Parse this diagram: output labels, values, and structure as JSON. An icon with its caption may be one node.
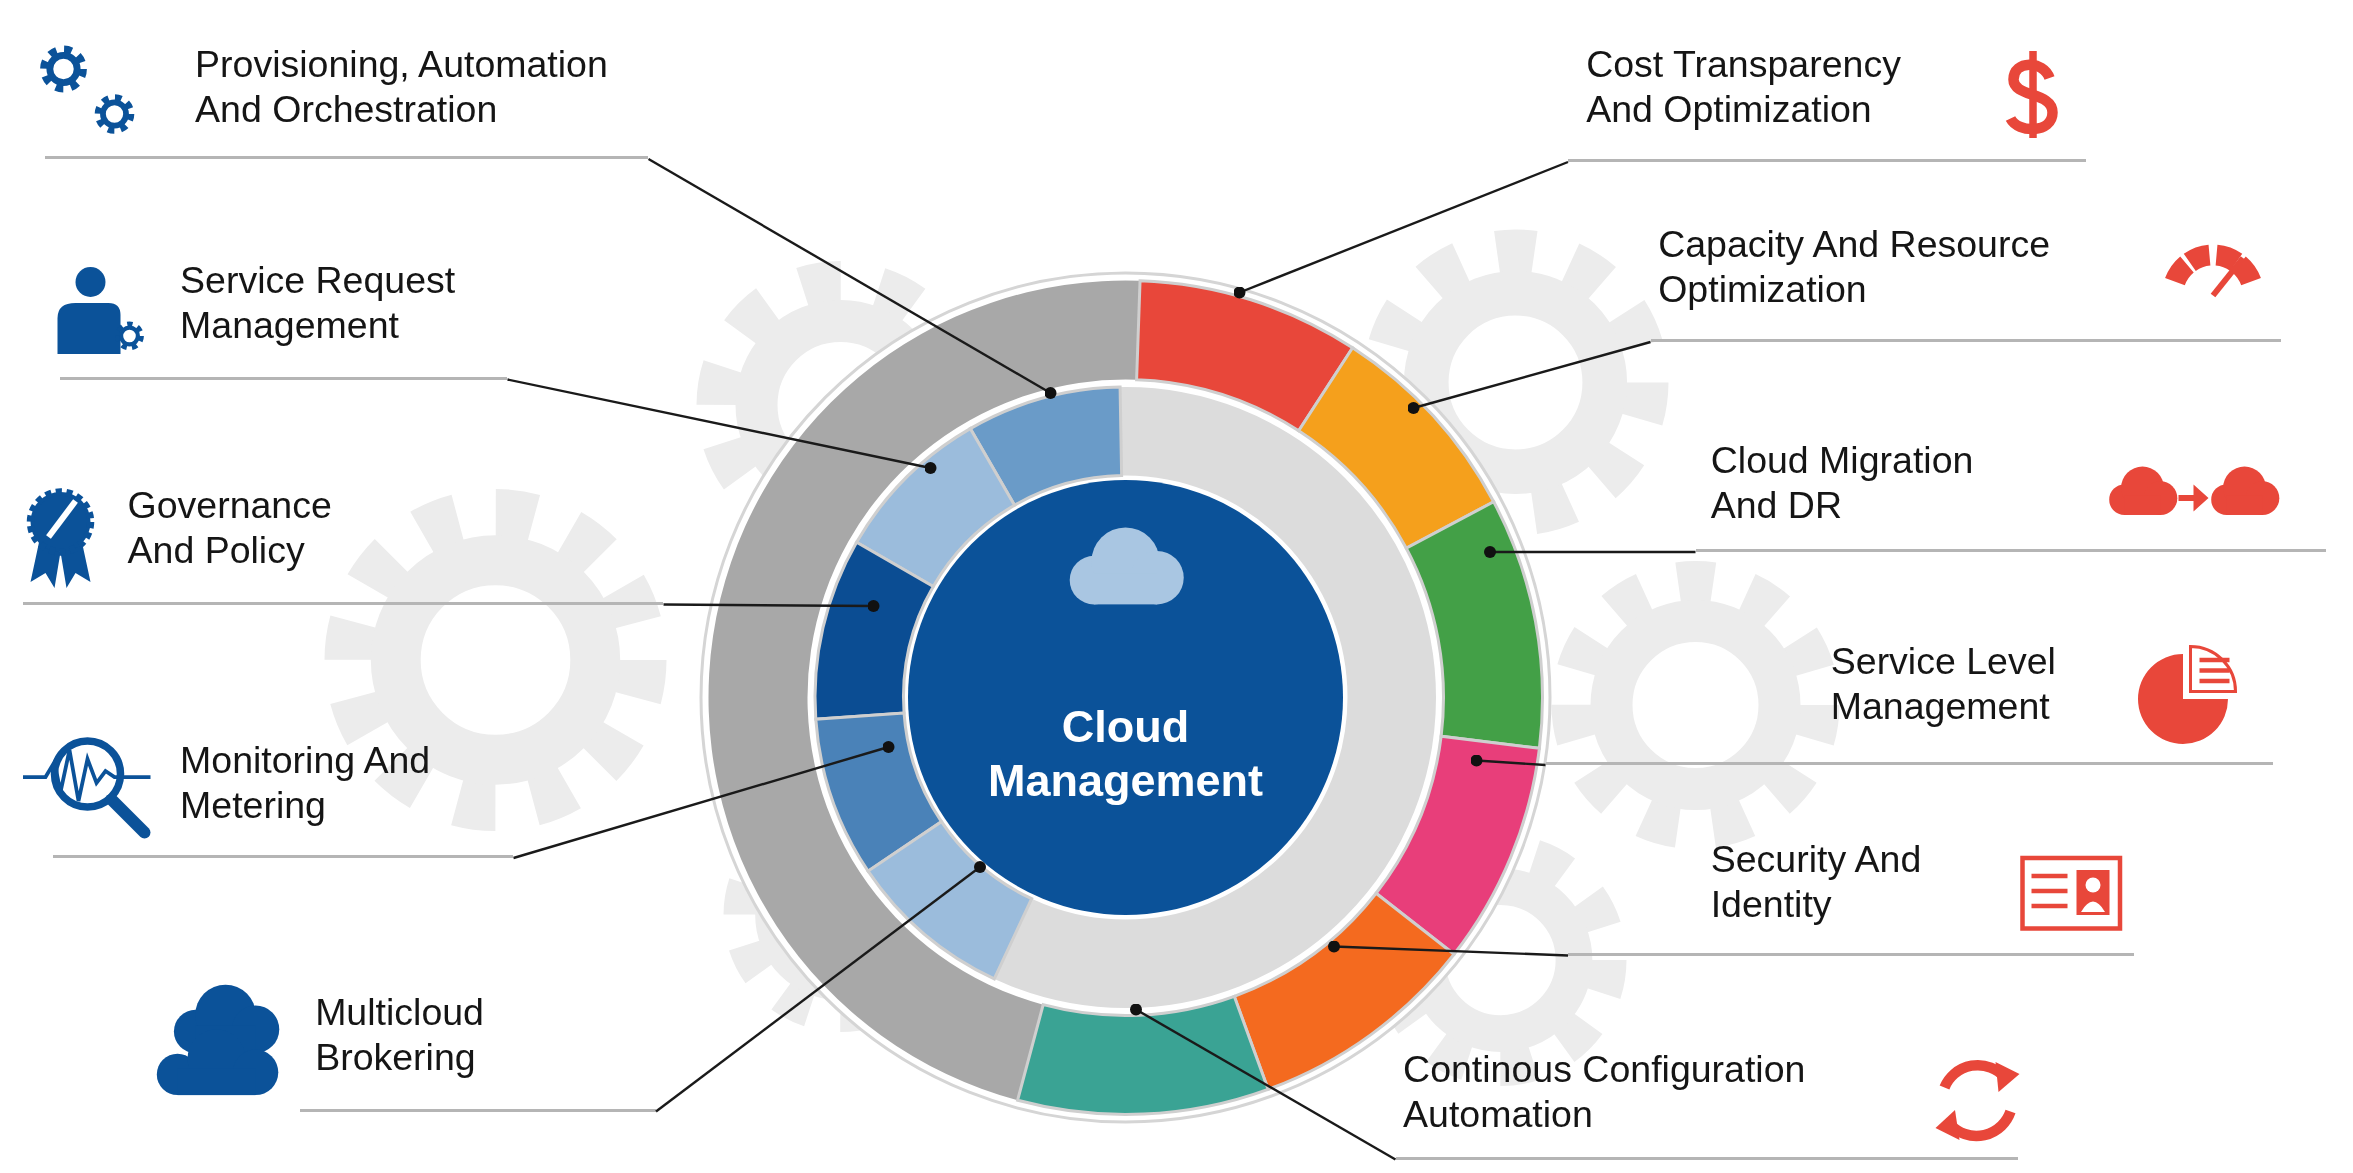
{
  "diagram": {
    "nodes": [
      {
        "text": [
          "Provisioning, Automation And Orchestration"
        ]
      },
      {
        "text": [
          "Service Request Management"
        ]
      },
      {
        "text": [
          "Governance And Policy"
        ]
      },
      {
        "text": [
          "Monitoring And Metering"
        ]
      },
      {
        "text": [
          "Multicloud Brokering"
        ]
      },
      {
        "text": [
          "Cost Transparency And Optimization"
        ]
      },
      {
        "text": [
          "Capacity And Resource Optimization"
        ]
      },
      {
        "text": [
          "Cloud Migration And DR"
        ]
      },
      {
        "text": [
          "Service Level Management"
        ]
      },
      {
        "text": [
          "Security And Identity"
        ]
      },
      {
        "text": [
          "Continous Configuration Automation"
        ]
      },
      {
        "text": [
          "Cloud Management"
        ]
      },
      {
        "text": [],
        "shape": "arc"
      },
      {
        "text": [],
        "shape": "arc"
      },
      {
        "text": [],
        "shape": "arc"
      },
      {
        "text": [],
        "shape": "arc"
      },
      {
        "text": [],
        "shape": "arc"
      },
      {
        "text": [],
        "shape": "arc"
      },
      {
        "text": [],
        "shape": "arc"
      },
      {
        "text": [],
        "shape": "arc"
      },
      {
        "text": [],
        "shape": "arc"
      },
      {
        "text": [],
        "shape": "arc"
      },
      {
        "text": [],
        "shape": "arc"
      }
    ],
    "edges": [
      {
        "from": 0,
        "to": 12,
        "arrow": "other"
      },
      {
        "from": 1,
        "to": 13,
        "arrow": "other"
      },
      {
        "from": 2,
        "to": 14,
        "arrow": "other"
      },
      {
        "from": 3,
        "to": 15,
        "arrow": "other"
      },
      {
        "from": 4,
        "to": 16,
        "arrow": "other"
      },
      {
        "from": 5,
        "to": 17,
        "arrow": "other"
      },
      {
        "from": 6,
        "to": 18,
        "arrow": "other"
      },
      {
        "from": 7,
        "to": 19,
        "arrow": "other"
      },
      {
        "from": 8,
        "to": 20,
        "arrow": "other"
      },
      {
        "from": 9,
        "to": 21,
        "arrow": "other"
      },
      {
        "from": 10,
        "to": 22,
        "arrow": "other"
      }
    ]
  }
}
